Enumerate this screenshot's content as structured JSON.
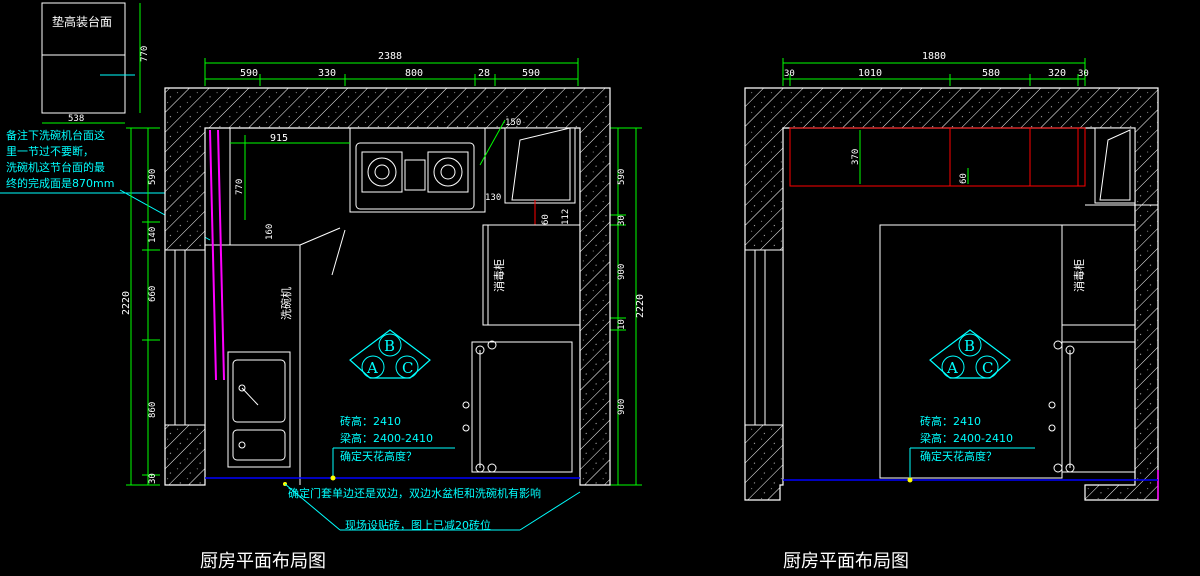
{
  "left": {
    "title": "厨房平面布局图",
    "raised_label": "垫高装台面",
    "dim_top_total": "2388",
    "dim_top_segments": [
      "590",
      "330",
      "800",
      "28",
      "590"
    ],
    "dim_raised_width": "538",
    "dim_raised_height": "770",
    "note_lines": [
      "备注下洗碗机台面这",
      "里一节过不要断，",
      "洗碗机这节台面的最",
      "终的完成面是870mm"
    ],
    "dim_left_total": "2220",
    "dim_left_segments": [
      "590",
      "140",
      "660",
      "860",
      "30"
    ],
    "dim_right_total": "2220",
    "dim_right_segments": [
      "590",
      "30",
      "900",
      "10",
      "900"
    ],
    "dim_915": "915",
    "dim_770": "770",
    "dim_160": "160",
    "dim_150": "150",
    "dim_130": "130",
    "dim_60": "60",
    "dim_112": "112",
    "dishwasher_label": "洗碗机",
    "sterilizer_label": "消毒柜",
    "brick_height": "砖高：2410",
    "beam_height": "梁高：2400-2410",
    "ceiling_q": "确定天花高度？",
    "door_note": "确定门套单边还是双边，双边水盆柜和洗碗机有影响",
    "tile_note": "现场设贴砖，图上已减20砖位",
    "circle_labels": [
      "A",
      "B",
      "C"
    ]
  },
  "right": {
    "title": "厨房平面布局图",
    "dim_top_total": "1880",
    "dim_top_segments": [
      "30",
      "1010",
      "580",
      "320",
      "30"
    ],
    "dim_370": "370",
    "dim_60": "60",
    "sterilizer_label": "消毒柜",
    "brick_height": "砖高：2410",
    "beam_height": "梁高：2400-2410",
    "ceiling_q": "确定天花高度？",
    "circle_labels": [
      "A",
      "B",
      "C"
    ]
  },
  "colors": {
    "wall": "#ffffff",
    "dimension": "#00ff00",
    "annotation": "#00ffff",
    "upper_cabinet": "#ff0000",
    "pipe": "#ff00ff",
    "floor_line": "#0000ff",
    "marker": "#ffff00"
  }
}
